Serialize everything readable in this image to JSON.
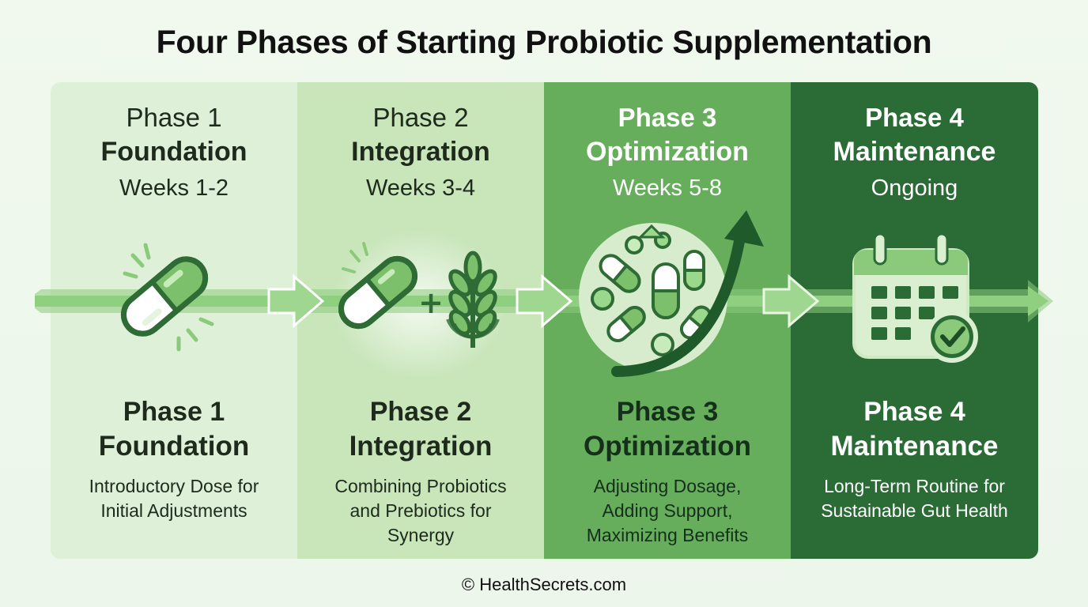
{
  "title": "Four Phases of Starting Probiotic Supplementation",
  "phases": [
    {
      "top_phase": "Phase 1",
      "top_name": "Foundation",
      "duration": "Weeks 1-2",
      "bottom_phase": "Phase 1",
      "bottom_name": "Foundation",
      "description": [
        "Introductory Dose for",
        "Initial Adjustments"
      ],
      "icon": "capsule-icon",
      "color": "#dff0d8"
    },
    {
      "top_phase": "Phase 2",
      "top_name": "Integration",
      "duration": "Weeks 3-4",
      "bottom_phase": "Phase 2",
      "bottom_name": "Integration",
      "description": [
        "Combining Probiotics",
        "and Prebiotics for",
        "Synergy"
      ],
      "icon": "capsule-plus-wheat-icon",
      "plus": "+",
      "color": "#c9e6bb"
    },
    {
      "top_phase": "Phase 3",
      "top_name": "Optimization",
      "duration": "Weeks 5-8",
      "bottom_phase": "Phase 3",
      "bottom_name": "Optimization",
      "description": [
        "Adjusting Dosage,",
        "Adding Support,",
        "Maximizing Benefits"
      ],
      "icon": "pills-growth-arrow-icon",
      "color": "#66ad5c"
    },
    {
      "top_phase": "Phase 4",
      "top_name": "Maintenance",
      "duration": "Ongoing",
      "bottom_phase": "Phase 4",
      "bottom_name": "Maintenance",
      "description": [
        "Long-Term Routine for",
        "Sustainable Gut Health"
      ],
      "icon": "calendar-check-icon",
      "color": "#2a6b36"
    }
  ],
  "footer": "© HealthSecrets.com",
  "colors": {
    "arrow": "#8ccb7e",
    "icon_stroke": "#2e6b35",
    "icon_fill": "#d9efcf",
    "accent_green": "#8bc97b"
  }
}
